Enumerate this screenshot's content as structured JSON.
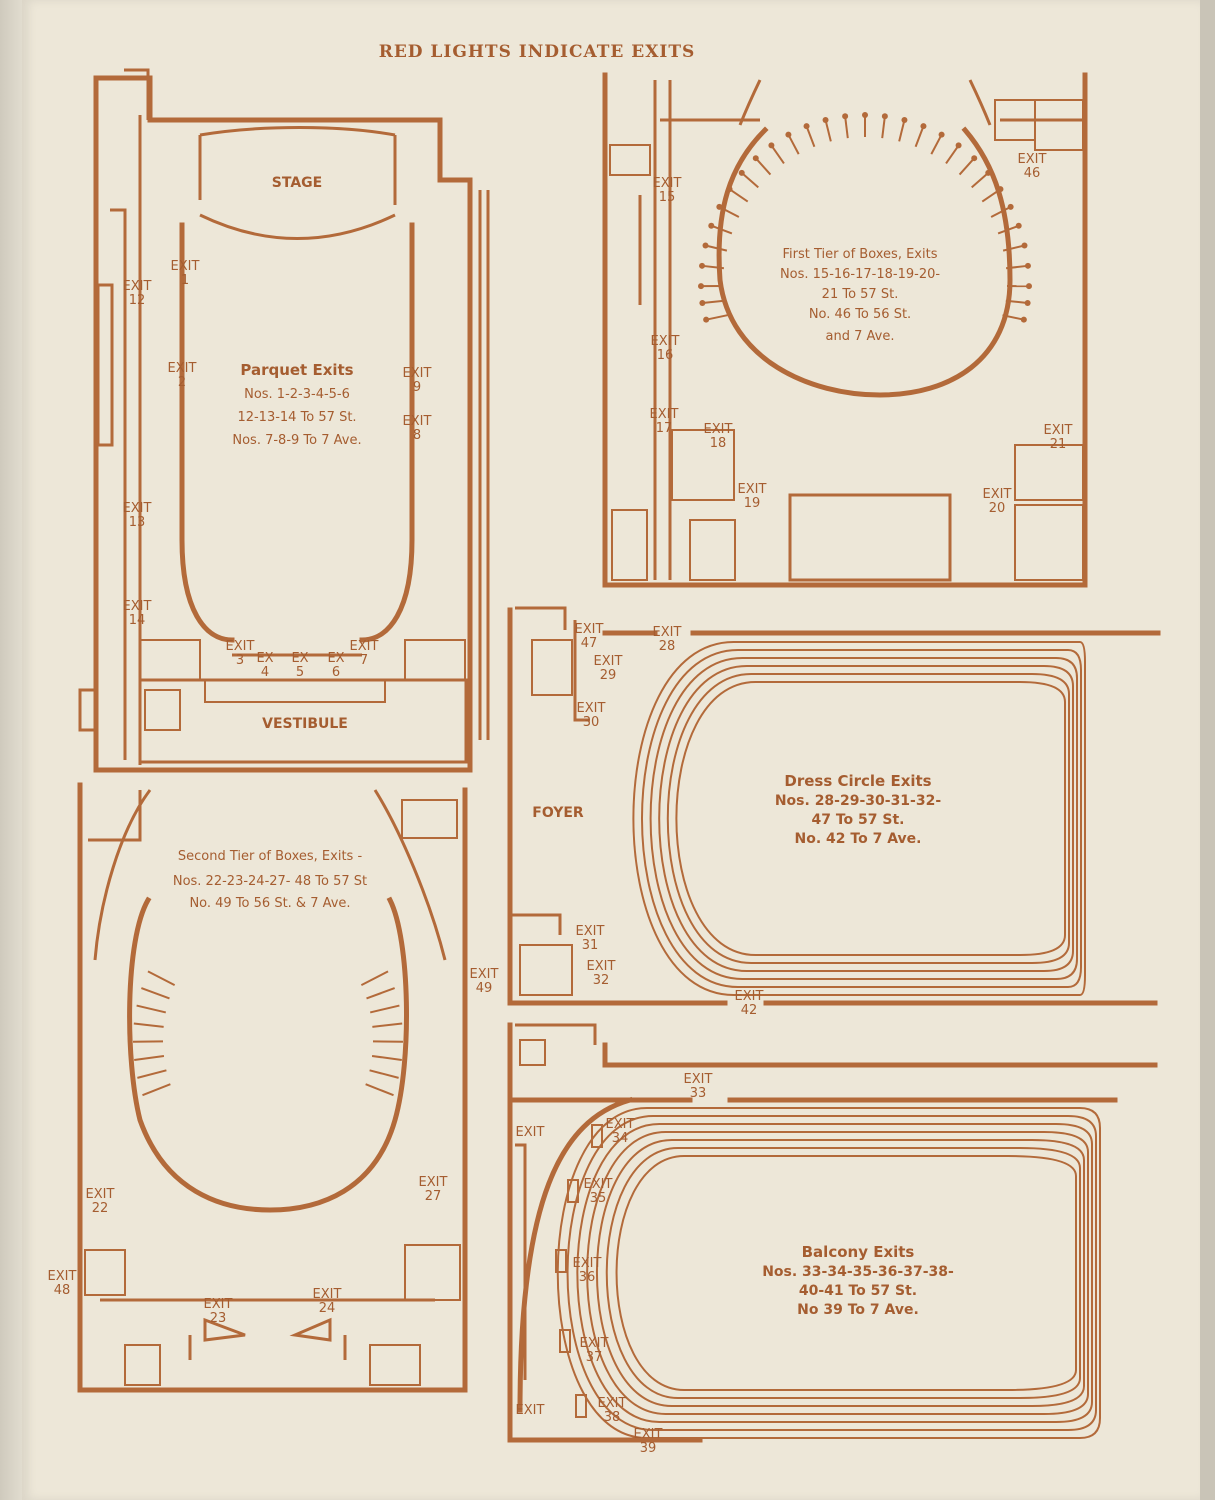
{
  "heading": "RED LIGHTS INDICATE EXITS",
  "accent_color": "#b36a3a",
  "plans": {
    "parquet": {
      "stage": "STAGE",
      "vestibule": "VESTIBULE",
      "title": "Parquet Exits",
      "lines": [
        "Nos. 1-2-3-4-5-6",
        "12-13-14 To 57 St.",
        "Nos. 7-8-9 To 7 Ave."
      ],
      "exits": [
        {
          "w": "EXIT",
          "n": "1"
        },
        {
          "w": "EXIT",
          "n": "2"
        },
        {
          "w": "EXIT",
          "n": "12"
        },
        {
          "w": "EXIT",
          "n": "13"
        },
        {
          "w": "EXIT",
          "n": "14"
        },
        {
          "w": "EXIT",
          "n": "9"
        },
        {
          "w": "EXIT",
          "n": "8"
        },
        {
          "w": "EXIT",
          "n": "3"
        },
        {
          "w": "EX",
          "n": "4"
        },
        {
          "w": "EX",
          "n": "5"
        },
        {
          "w": "EX",
          "n": "6"
        },
        {
          "w": "EXIT",
          "n": "7"
        }
      ]
    },
    "first_tier": {
      "title": "First Tier of Boxes, Exits",
      "lines": [
        "Nos. 15-16-17-18-19-20-",
        "21 To 57 St.",
        "No. 46 To 56 St.",
        "and 7 Ave."
      ],
      "exits": [
        {
          "w": "EXIT",
          "n": "15"
        },
        {
          "w": "EXIT",
          "n": "16"
        },
        {
          "w": "EXIT",
          "n": "17"
        },
        {
          "w": "EXIT",
          "n": "18"
        },
        {
          "w": "EXIT",
          "n": "19"
        },
        {
          "w": "EXIT",
          "n": "46"
        },
        {
          "w": "EXIT",
          "n": "21"
        },
        {
          "w": "EXIT",
          "n": "20"
        }
      ]
    },
    "dress_circle": {
      "foyer": "FOYER",
      "title": "Dress Circle Exits",
      "lines": [
        "Nos. 28-29-30-31-32-",
        "47 To 57 St.",
        "No. 42 To 7 Ave."
      ],
      "exits": [
        {
          "w": "EXIT",
          "n": "47"
        },
        {
          "w": "EXIT",
          "n": "28"
        },
        {
          "w": "EXIT",
          "n": "29"
        },
        {
          "w": "EXIT",
          "n": "30"
        },
        {
          "w": "EXIT",
          "n": "31"
        },
        {
          "w": "EXIT",
          "n": "32"
        },
        {
          "w": "EXIT",
          "n": "42"
        }
      ]
    },
    "second_tier": {
      "title": "Second Tier of Boxes, Exits -",
      "lines": [
        "Nos. 22-23-24-27- 48 To 57 St",
        "No. 49 To 56 St. & 7 Ave."
      ],
      "exits": [
        {
          "w": "EXIT",
          "n": "49"
        },
        {
          "w": "EXIT",
          "n": "27"
        },
        {
          "w": "EXIT",
          "n": "22"
        },
        {
          "w": "EXIT",
          "n": "48"
        },
        {
          "w": "EXIT",
          "n": "23"
        },
        {
          "w": "EXIT",
          "n": "24"
        }
      ]
    },
    "balcony": {
      "title": "Balcony Exits",
      "lines": [
        "Nos. 33-34-35-36-37-38-",
        "40-41 To 57 St.",
        "No 39 To 7 Ave."
      ],
      "exits": [
        {
          "w": "EXIT",
          "n": "33"
        },
        {
          "w": "EXIT",
          "n": ""
        },
        {
          "w": "EXIT",
          "n": "34"
        },
        {
          "w": "EXIT",
          "n": "35"
        },
        {
          "w": "EXIT",
          "n": "36"
        },
        {
          "w": "EXIT",
          "n": "37"
        },
        {
          "w": "EXIT",
          "n": "38"
        },
        {
          "w": "EXIT",
          "n": ""
        },
        {
          "w": "EXIT",
          "n": "39"
        }
      ]
    }
  }
}
